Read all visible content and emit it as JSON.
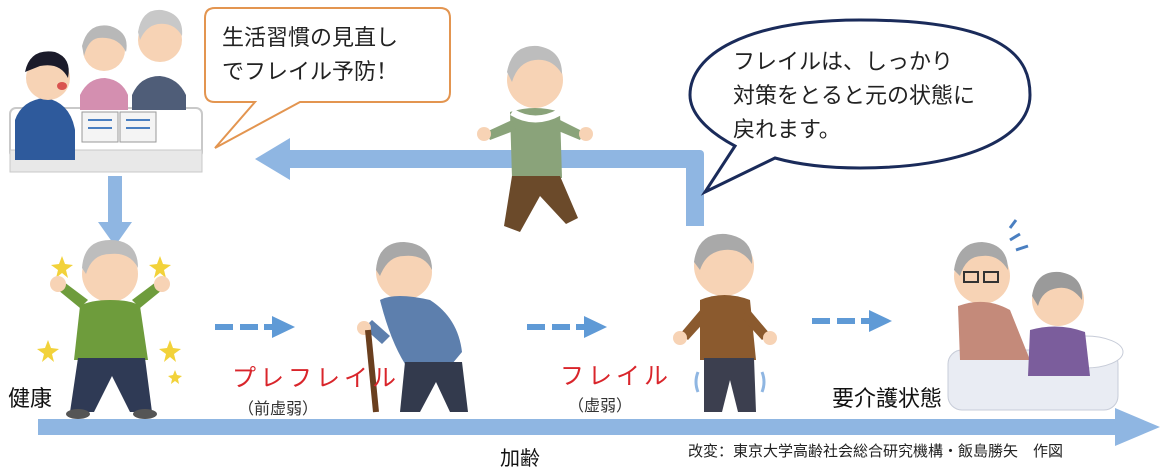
{
  "bubbles": {
    "left": [
      "生活習慣の見直し",
      "でフレイル予防！"
    ],
    "right": [
      "フレイルは、しっかり",
      "対策をとると元の状態に",
      "戻れます。"
    ]
  },
  "stages": {
    "health": {
      "label": "健康"
    },
    "prefrail": {
      "label": "プレフレイル",
      "sub": "（前虚弱）"
    },
    "frail": {
      "label": "フレイル",
      "sub": "（虚弱）"
    },
    "care": {
      "label": "要介護状態"
    }
  },
  "axis": {
    "label": "加齢"
  },
  "credit": "改変：東京大学高齢社会総合研究機構・飯島勝矢　作図",
  "colors": {
    "arrow": "#8fb6e2",
    "stage_red": "#d9252b",
    "bubble_left_border": "#e39550",
    "bubble_right_border": "#1a2b5a"
  }
}
